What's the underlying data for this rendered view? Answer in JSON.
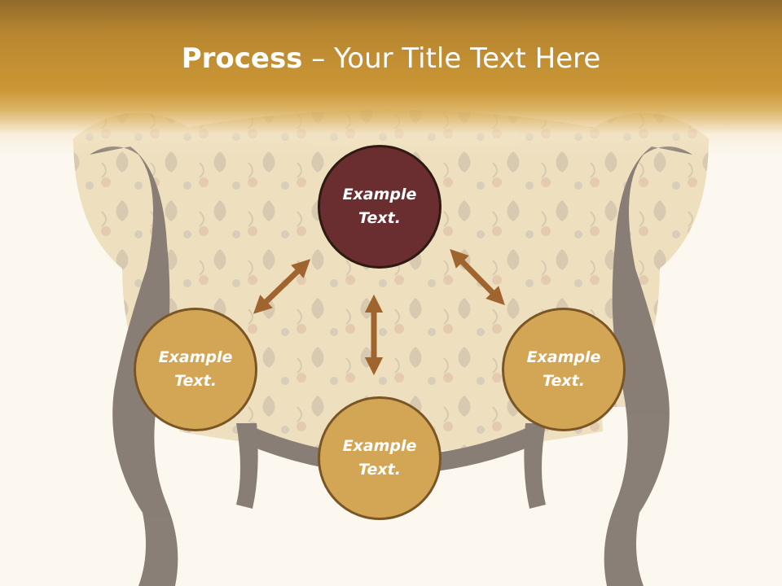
{
  "slide": {
    "title_bold": "Process",
    "title_rest": " – Your Title Text Here"
  },
  "nodes": {
    "top": {
      "label": "Example Text."
    },
    "left": {
      "label": "Example Text."
    },
    "right": {
      "label": "Example Text."
    },
    "bottom": {
      "label": "Example Text."
    }
  },
  "colors": {
    "header": "#cb9736",
    "node_gold": "#d3a656",
    "node_dark": "#6a2e30",
    "arrow": "#a0642e"
  }
}
